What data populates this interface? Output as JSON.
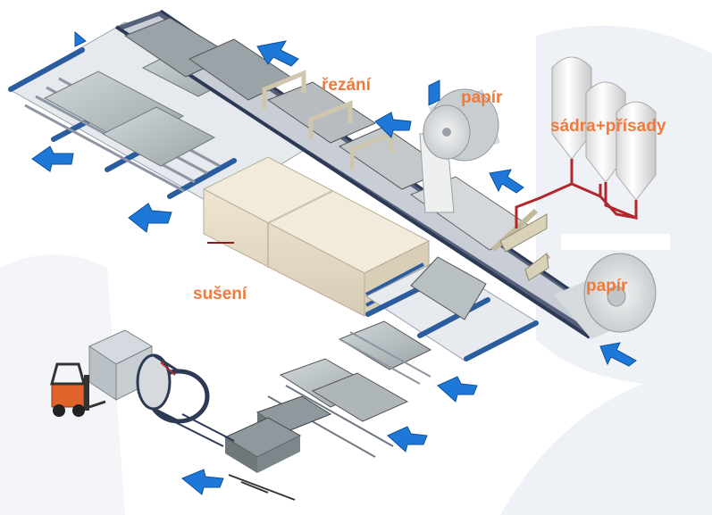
{
  "labels": {
    "cutting": "řezání",
    "paper_top": "papír",
    "gypsum_additives": "sádra+přísady",
    "drying": "sušení",
    "paper_bottom": "papír"
  },
  "colors": {
    "label": "#f07a3c",
    "arrow": "#1e78d8",
    "pipe": "#b3262c",
    "belt": "#2d3a55",
    "conveyor_blue": "#2a5c9e",
    "board": "#b9c2c4",
    "dryer": "#e6dcc8",
    "silo": "#eeeeee",
    "forklift": "#e0642a"
  },
  "icons": {
    "flow_arrow": "flow-arrow-icon",
    "paper_roll": "paper-roll-icon",
    "silo": "silo-icon",
    "forklift": "forklift-icon"
  }
}
